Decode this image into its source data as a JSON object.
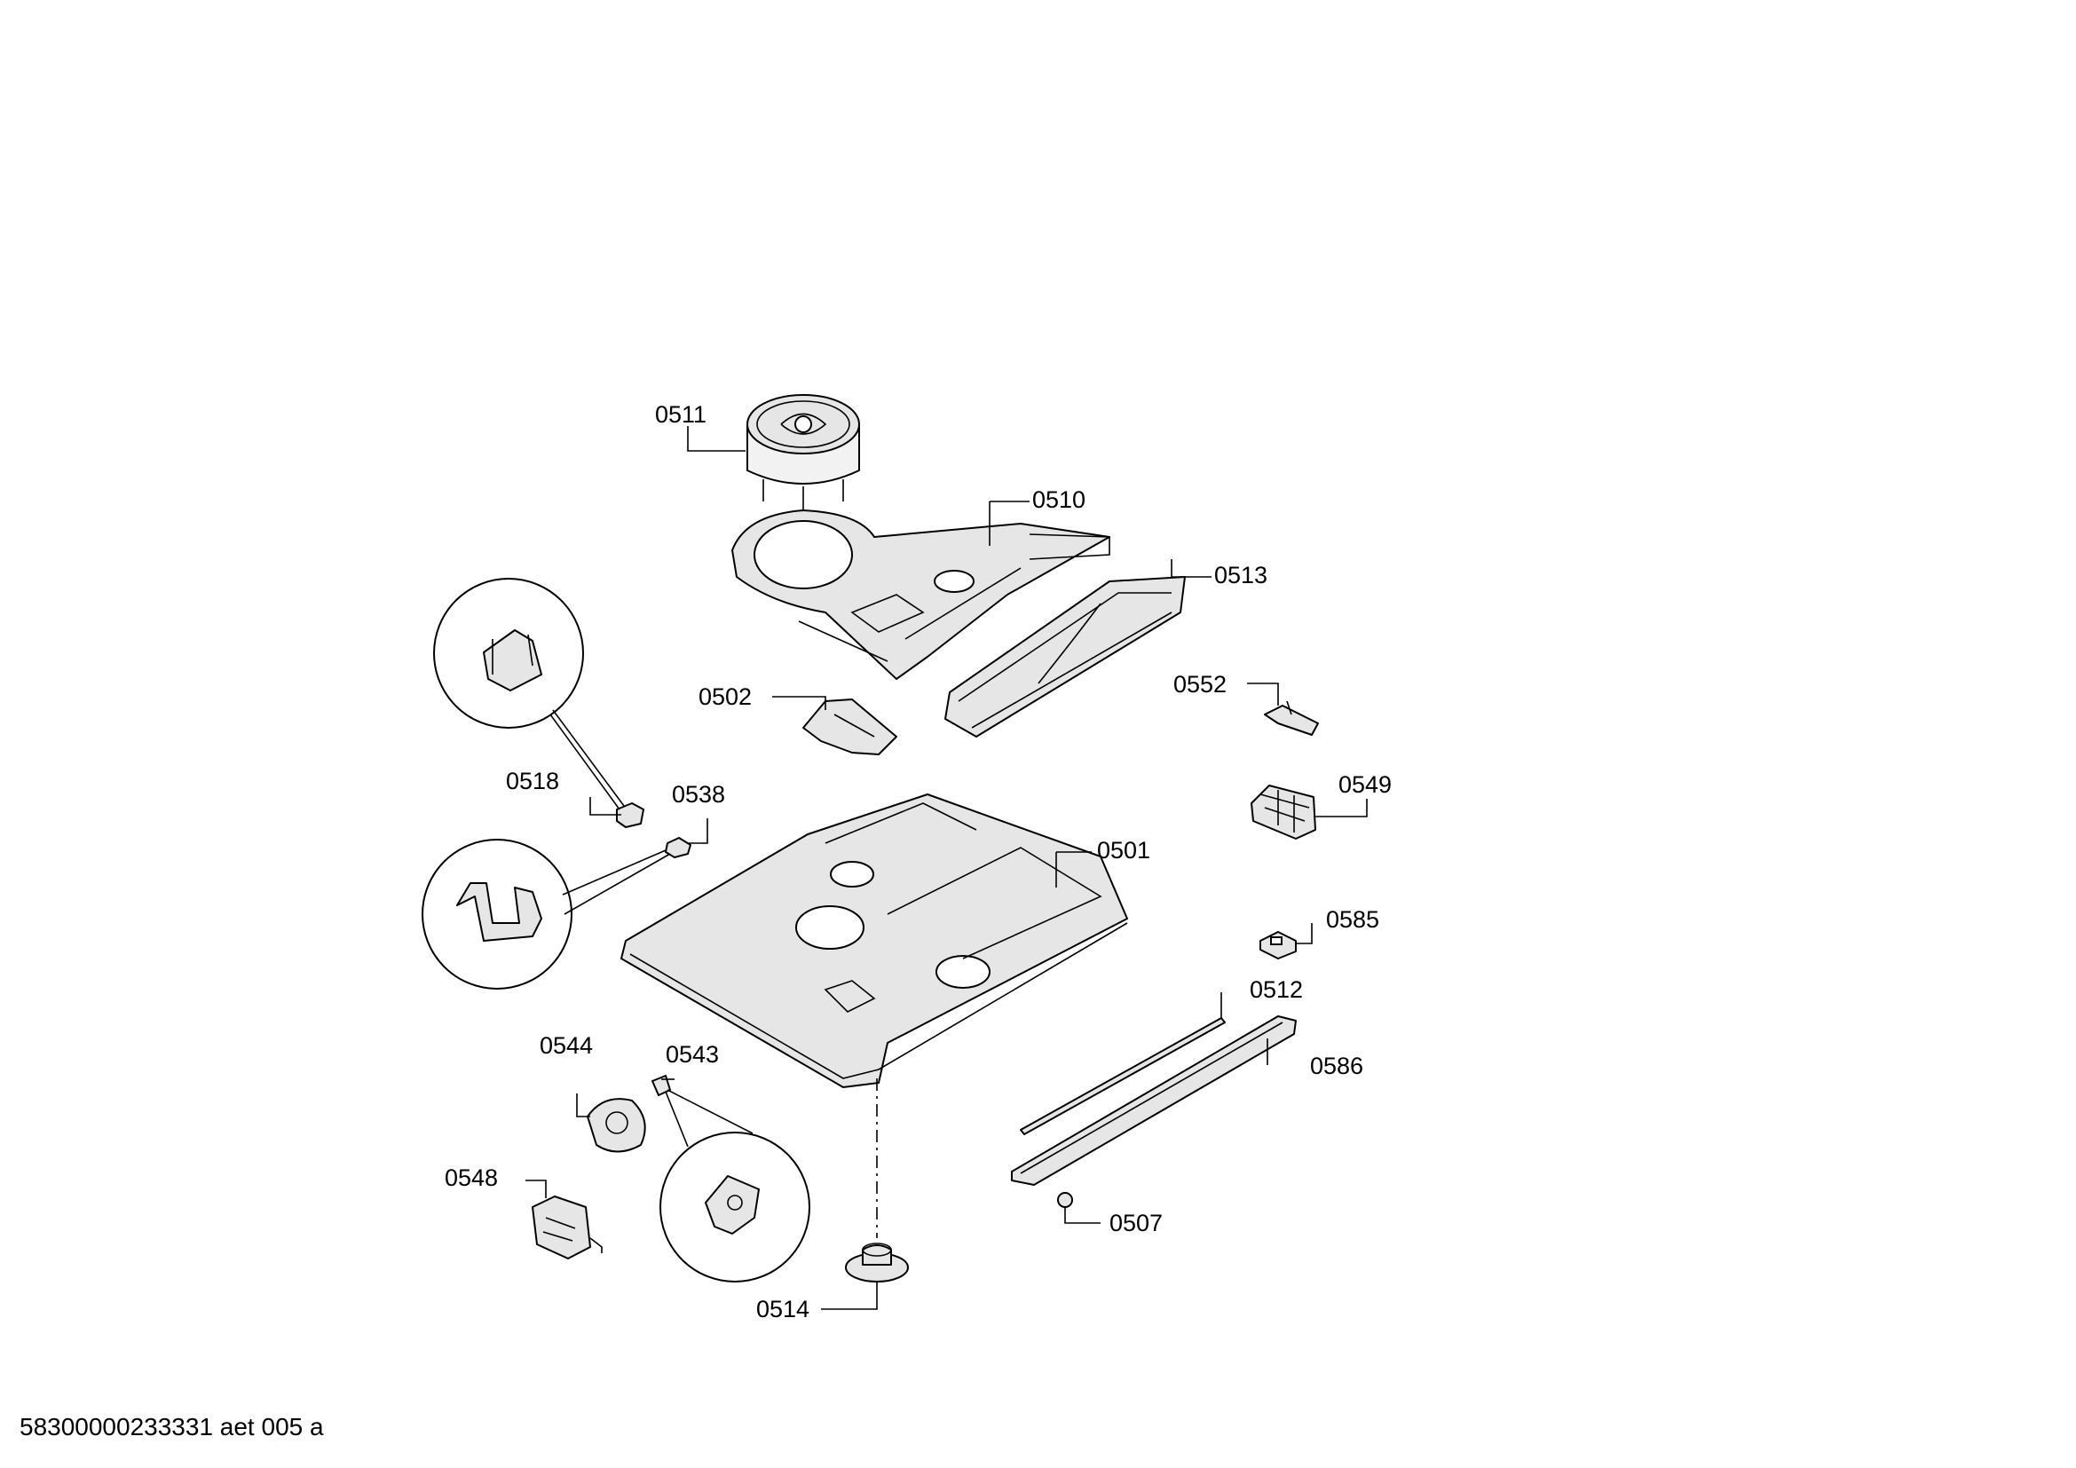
{
  "diagram": {
    "labels": {
      "p0501": "0501",
      "p0502": "0502",
      "p0507": "0507",
      "p0510": "0510",
      "p0511": "0511",
      "p0512": "0512",
      "p0513": "0513",
      "p0514": "0514",
      "p0518": "0518",
      "p0538": "0538",
      "p0543": "0543",
      "p0544": "0544",
      "p0548": "0548",
      "p0549": "0549",
      "p0552": "0552",
      "p0585": "0585",
      "p0586": "0586"
    }
  },
  "footer": {
    "document_id": "58300000233331 aet 005 a"
  }
}
